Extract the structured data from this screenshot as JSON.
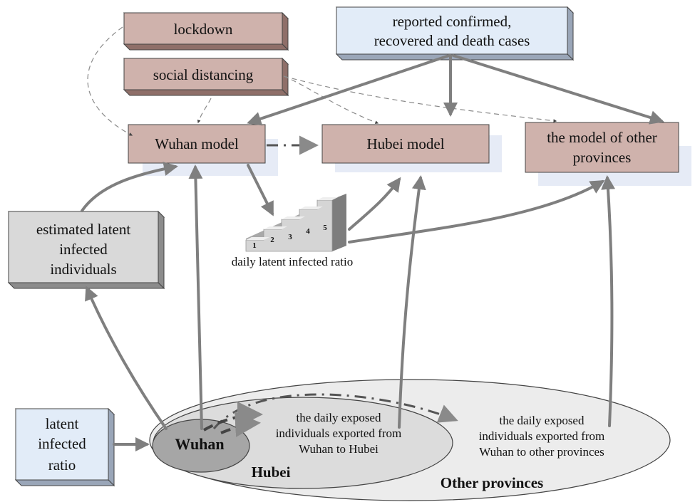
{
  "colors": {
    "model_box": "#cfb2ac",
    "data_box": "#e2ecf8",
    "grey_box": "#d9d9d9",
    "arrow": "#7f7f7f",
    "ellipse_other": "#ececec",
    "ellipse_hubei": "#dcdcdc",
    "ellipse_wuhan": "#a6a6a6"
  },
  "nodes": {
    "lockdown": "lockdown",
    "social_distancing": "social distancing",
    "reported_line1": "reported confirmed,",
    "reported_line2": "recovered and death cases",
    "wuhan_model": "Wuhan model",
    "hubei_model": "Hubei model",
    "other_model_line1": "the model of other",
    "other_model_line2": "provinces",
    "estimated_line1": "estimated latent",
    "estimated_line2": "infected",
    "estimated_line3": "individuals",
    "latent_line1": "latent",
    "latent_line2": "infected",
    "latent_line3": "ratio"
  },
  "stairs": {
    "steps": [
      "1",
      "2",
      "3",
      "4",
      "5"
    ],
    "caption": "daily latent infected ratio"
  },
  "regions": {
    "wuhan": "Wuhan",
    "hubei": "Hubei",
    "other": "Other provinces",
    "hubei_export_line1": "the daily exposed",
    "hubei_export_line2": "individuals exported from",
    "hubei_export_line3": "Wuhan to Hubei",
    "other_export_line1": "the daily exposed",
    "other_export_line2": "individuals exported from",
    "other_export_line3": "Wuhan to other provinces"
  }
}
